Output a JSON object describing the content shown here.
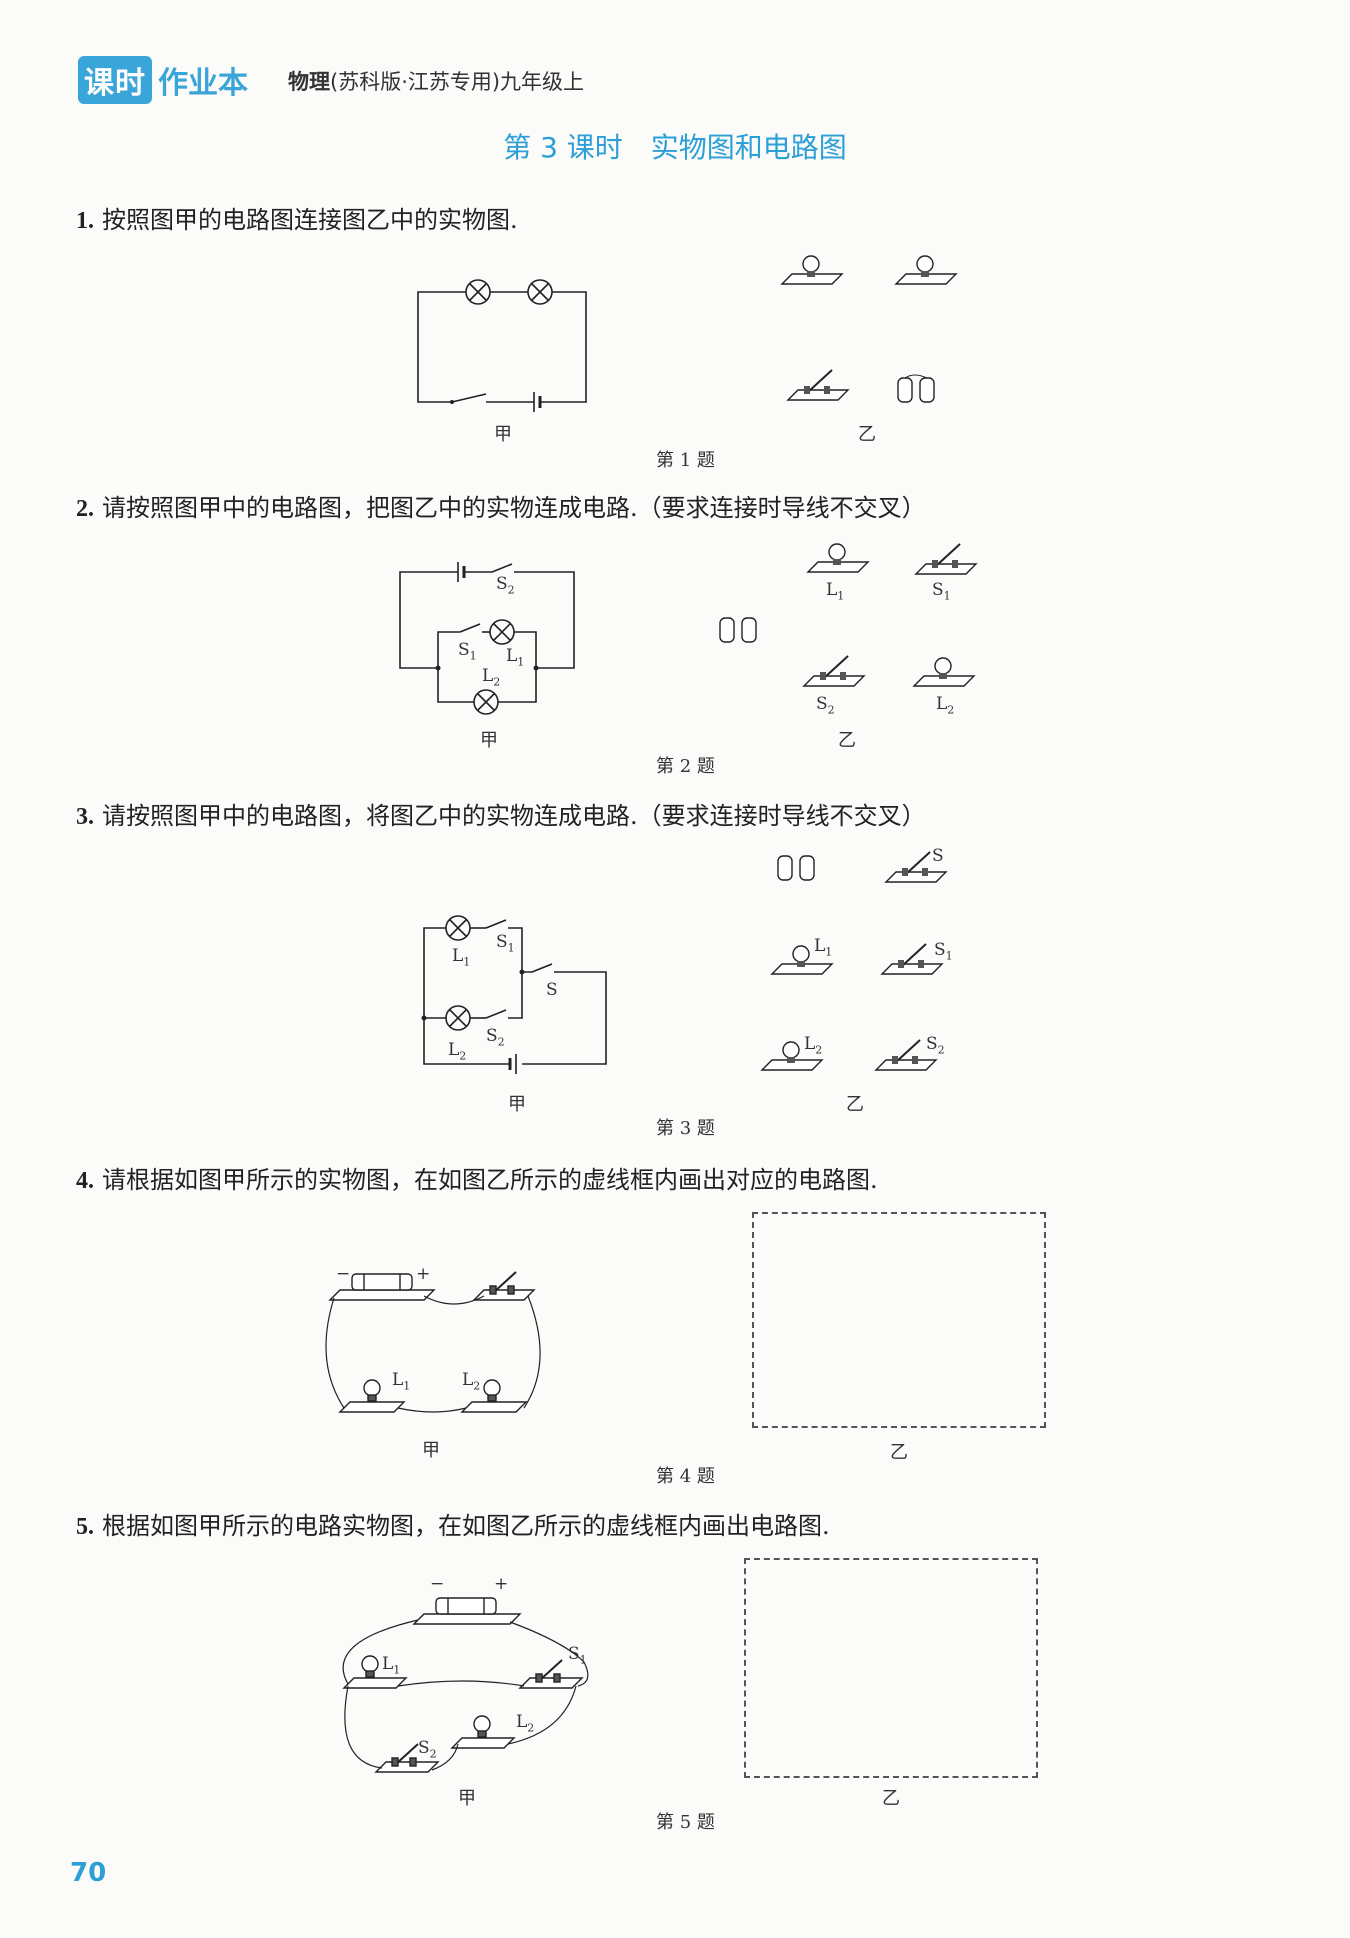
{
  "header": {
    "logo_box": "课时",
    "logo_text": "作业本",
    "subject_bold": "物理",
    "subject_rest": "(苏科版·江苏专用)九年级上"
  },
  "lesson_title": "第 3 课时　实物图和电路图",
  "questions": [
    {
      "num": "1.",
      "text": "按照图甲的电路图连接图乙中的实物图.",
      "caption": "第 1 题",
      "left_label": "甲",
      "right_label": "乙"
    },
    {
      "num": "2.",
      "text": "请按照图甲中的电路图，把图乙中的实物连成电路.（要求连接时导线不交叉）",
      "caption": "第 2 题",
      "left_label": "甲",
      "right_label": "乙"
    },
    {
      "num": "3.",
      "text": "请按照图甲中的电路图，将图乙中的实物连成电路.（要求连接时导线不交叉）",
      "caption": "第 3 题",
      "left_label": "甲",
      "right_label": "乙"
    },
    {
      "num": "4.",
      "text": "请根据如图甲所示的实物图，在如图乙所示的虚线框内画出对应的电路图.",
      "caption": "第 4 题",
      "left_label": "甲",
      "right_label": "乙"
    },
    {
      "num": "5.",
      "text": "根据如图甲所示的电路实物图，在如图乙所示的虚线框内画出电路图.",
      "caption": "第 5 题",
      "left_label": "甲",
      "right_label": "乙"
    }
  ],
  "symbols": {
    "L1": "L",
    "L2": "L",
    "S": "S",
    "sub1": "1",
    "sub2": "2",
    "plus": "+",
    "minus": "−"
  },
  "page_number": "70"
}
